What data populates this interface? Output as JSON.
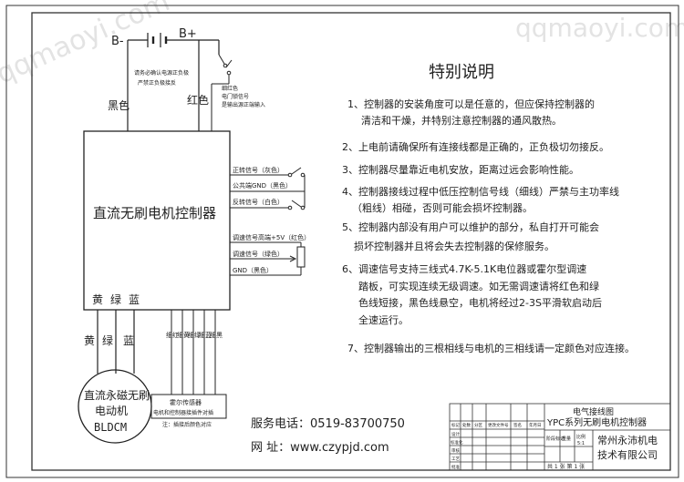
{
  "watermark_left": "qqmaoyi.com",
  "watermark_right": "qqmaoyi.com",
  "battery": {
    "neg": "B-",
    "pos": "B+"
  },
  "wires": {
    "black_label": "黑色",
    "red_label": "红色",
    "note_center_1": "请务必确认电源正负极",
    "note_center_2": "严禁正负极接反",
    "note_right_1": "细红色",
    "note_right_2": "电门锁信号",
    "note_right_3": "是输出源正端输入"
  },
  "controller": {
    "title": "直流无刷电机控制器",
    "phase_labels": [
      "黄",
      "绿",
      "蓝"
    ],
    "signals": [
      "正转信号（灰色）",
      "公共端GND（黑色）",
      "反转信号（白色）",
      "调速信号高端+5V（红色）",
      "调速信号（绿色）",
      "GND（黑色）"
    ]
  },
  "motor": {
    "phase_labels": [
      "黄",
      "绿",
      "蓝"
    ],
    "name_1": "直流永磁无刷",
    "name_2": "电动机",
    "name_3": "BLDCM"
  },
  "hall": {
    "wires": [
      "细红",
      "细黄",
      "细绿",
      "细蓝",
      "细黑"
    ],
    "box_1": "霍尔传感器",
    "box_2": "电机和控制器接插件对插",
    "note": "注：插接后颜色对应"
  },
  "notes": {
    "title": "特别说明",
    "lines": [
      "1、控制器的安装角度可以是任意的，但应保持控制器的",
      "清洁和干燥，并特别注意控制器的通风散热。",
      "2、上电前请确保所有连接线都是正确的，正负极切勿接反。",
      "3、控制器尽量靠近电机安放，距离过远会影响性能。",
      "4、控制器接线过程中低压控制信号线（细线）严禁与主功率线",
      "（粗线）相碰，否则可能会损坏控制器。",
      "5、控制器内部没有用户可以维护的部分，私自打开可能会",
      "损坏控制器并且将会失去控制器的保修服务。",
      "6、调速信号支持三线式4.7K-5.1K电位器或霍尔型调速",
      "踏板，可实现连续无级调速。如无需调速请将红色和绿",
      "色线短接，黑色线悬空，电机将经过2-3S平滑软启动后",
      "全速运行。",
      "7、控制器输出的三根相线与电机的三相线请一定颜色对应连接。"
    ]
  },
  "contact": {
    "phone": "服务电话：0519-83700750",
    "website": "网    址：www.czypjd.com"
  },
  "title_block": {
    "title_1": "电气接线图",
    "title_2": "YPC系列无刷电机控制器",
    "company_1": "常州永沛机电",
    "company_2": "技术有限公司",
    "sheet": "共 1 张  第 1 张",
    "ratio_label": "比例",
    "ratio_value": "5:1",
    "col_labels": [
      "标记",
      "处数",
      "分区",
      "更改文件号",
      "签名",
      "年月日"
    ],
    "row_labels": [
      "设计",
      "标准化",
      "审核",
      "工艺",
      "批准"
    ],
    "stage_labels": [
      "阶段标记",
      "重量"
    ]
  }
}
